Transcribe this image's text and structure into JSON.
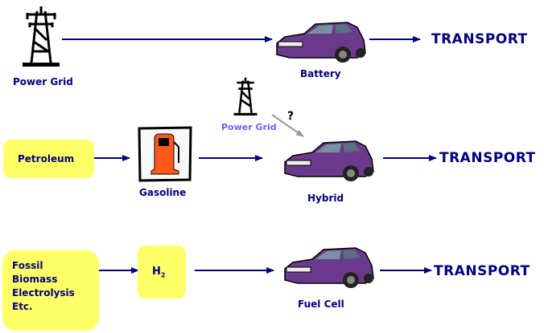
{
  "diagram": {
    "rows": [
      {
        "source_label": "Power Grid",
        "vehicle_label": "Battery",
        "output_label": "TRANSPORT"
      },
      {
        "source_label": "Petroleum",
        "fuel_label": "Gasoline",
        "secondary_source_label": "Power Grid",
        "secondary_question": "?",
        "vehicle_label": "Hybrid",
        "output_label": "TRANSPORT"
      },
      {
        "source_lines": [
          "Fossil",
          "Biomass",
          "Electrolysis",
          "Etc."
        ],
        "fuel_label": "H",
        "fuel_subscript": "2",
        "vehicle_label": "Fuel Cell",
        "output_label": "TRANSPORT"
      }
    ],
    "colors": {
      "text": "#000080",
      "arrow": "#000080",
      "secondary_arrow": "#999999",
      "secondary_text": "#6666ff",
      "box": "#ffff66",
      "car": "#6b3a8c",
      "pump": "#ff5a1a"
    }
  }
}
